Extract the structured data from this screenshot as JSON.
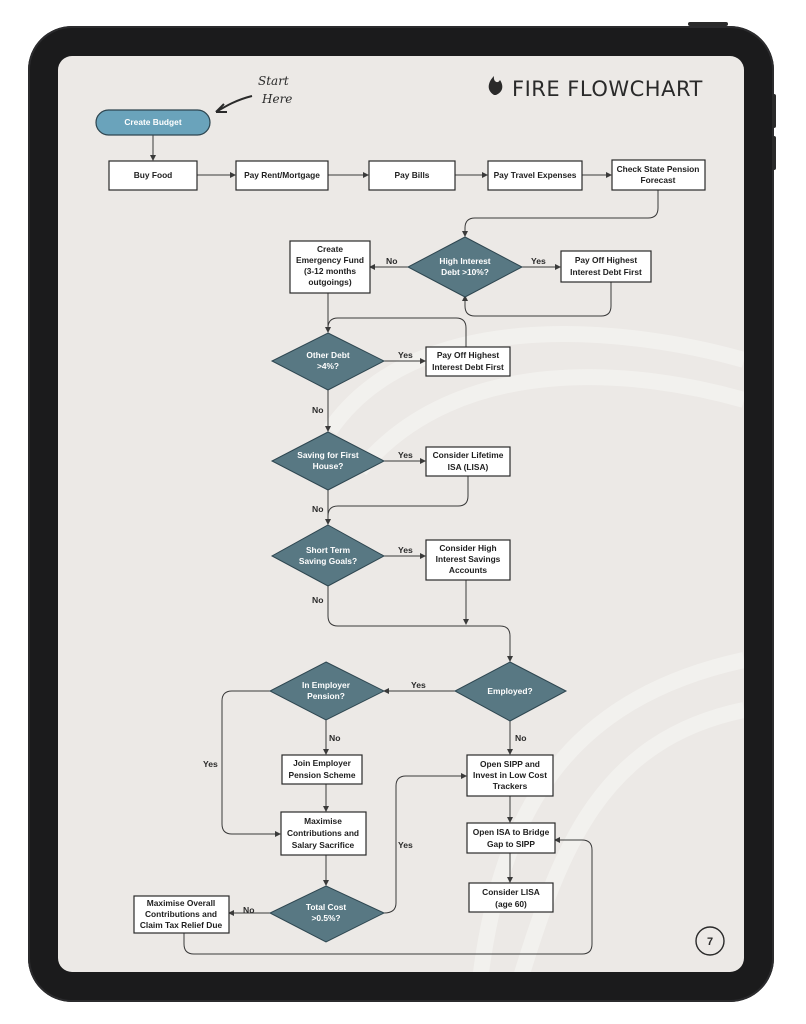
{
  "header": {
    "title": "FIRE FLOWCHART",
    "annotation_line1": "Start",
    "annotation_line2": "Here",
    "page_number": "7"
  },
  "icons": {
    "title_icon": "flame-icon",
    "annotation_arrow": "curved-arrow-icon"
  },
  "colors": {
    "screen_bg": "#ece9e6",
    "decision": "#587883",
    "terminal": "#6aa3bb",
    "device": "#1b1b1c"
  },
  "nodes": {
    "start": "Create Budget",
    "buy_food": "Buy Food",
    "pay_rent": "Pay Rent/Mortgage",
    "pay_bills": "Pay Bills",
    "pay_travel": "Pay Travel Expenses",
    "state_pension_1": "Check State Pension",
    "state_pension_2": "Forecast",
    "high_interest_1": "High Interest",
    "high_interest_2": "Debt >10%?",
    "emergency_1": "Create",
    "emergency_2": "Emergency Fund",
    "emergency_3": "(3-12 months",
    "emergency_4": "outgoings)",
    "payoff_a_1": "Pay Off Highest",
    "payoff_a_2": "Interest Debt First",
    "other_debt_1": "Other Debt",
    "other_debt_2": ">4%?",
    "payoff_b_1": "Pay Off Highest",
    "payoff_b_2": "Interest Debt First",
    "first_house_1": "Saving for First",
    "first_house_2": "House?",
    "lisa_1": "Consider Lifetime",
    "lisa_2": "ISA (LISA)",
    "short_term_1": "Short Term",
    "short_term_2": "Saving Goals?",
    "hisa_1": "Consider High",
    "hisa_2": "Interest Savings",
    "hisa_3": "Accounts",
    "employed": "Employed?",
    "employer_pension_1": "In Employer",
    "employer_pension_2": "Pension?",
    "join_1": "Join Employer",
    "join_2": "Pension Scheme",
    "maximise_1": "Maximise",
    "maximise_2": "Contributions and",
    "maximise_3": "Salary Sacrifice",
    "sipp_1": "Open SIPP and",
    "sipp_2": "Invest in Low Cost",
    "sipp_3": "Trackers",
    "isa_bridge_1": "Open ISA to Bridge",
    "isa_bridge_2": "Gap to SIPP",
    "lisa60_1": "Consider LISA",
    "lisa60_2": "(age 60)",
    "total_cost_1": "Total Cost",
    "total_cost_2": ">0.5%?",
    "max_overall_1": "Maximise Overall",
    "max_overall_2": "Contributions and",
    "max_overall_3": "Claim Tax Relief Due"
  },
  "edges": {
    "no": "No",
    "yes": "Yes"
  }
}
